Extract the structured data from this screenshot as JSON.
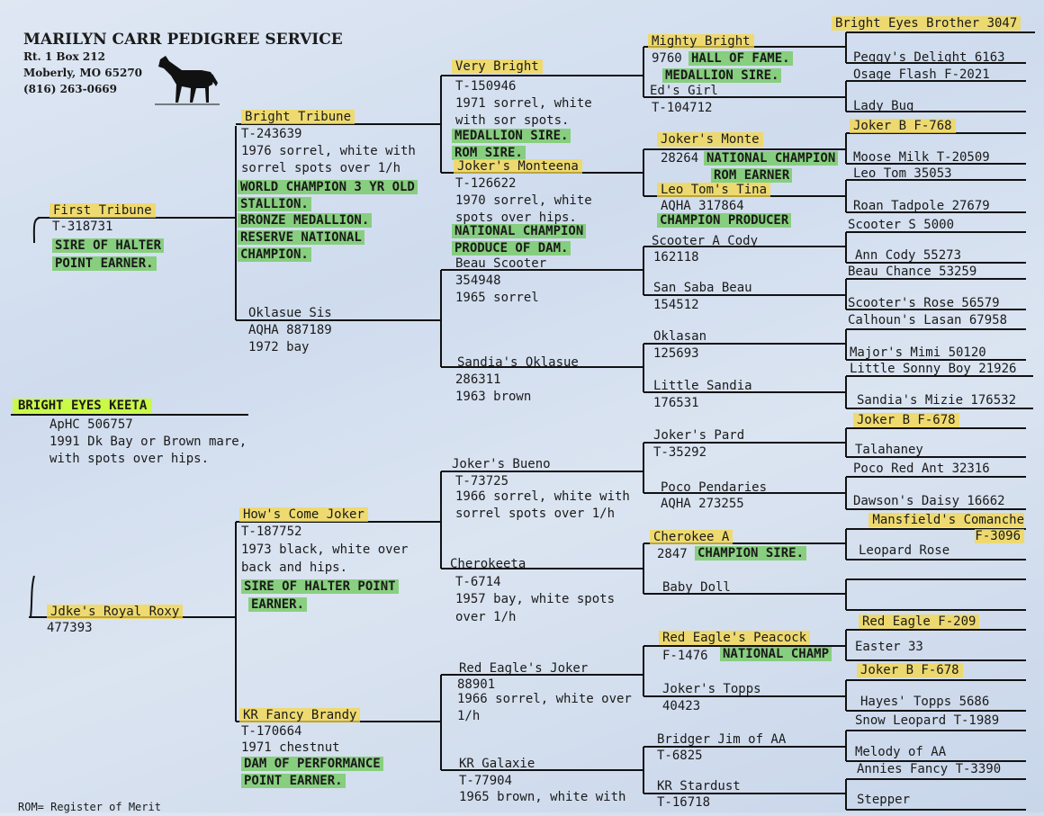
{
  "header": {
    "company": "MARILYN CARR PEDIGREE SERVICE",
    "address1": "Rt. 1 Box 212",
    "address2": "Moberly, MO 65270",
    "phone": "(816) 263-0669"
  },
  "subject": {
    "name": "BRIGHT EYES KEETA",
    "reg": "ApHC 506757",
    "desc1": "1991 Dk Bay or Brown mare,",
    "desc2": "with spots over hips."
  },
  "gen1": {
    "sire": {
      "name": "First Tribune",
      "reg": "T-318731",
      "awards": [
        "SIRE OF HALTER",
        "POINT EARNER."
      ]
    },
    "dam": {
      "name": "Jdke's Royal Roxy",
      "reg": "477393"
    }
  },
  "gen2": [
    {
      "name": "Bright Tribune",
      "lines": [
        "T-243639",
        "1976 sorrel, white with",
        "sorrel spots over 1/h"
      ],
      "awards": [
        "WORLD CHAMPION 3 YR OLD",
        "STALLION.",
        "BRONZE MEDALLION.",
        "RESERVE NATIONAL",
        "CHAMPION."
      ]
    },
    {
      "name": "Oklasue Sis",
      "lines": [
        "AQHA 887189",
        "1972 bay"
      ]
    },
    {
      "name": "How's Come Joker",
      "lines": [
        "T-187752",
        "1973 black, white over",
        "back and hips."
      ],
      "awards": [
        "SIRE OF HALTER POINT",
        "EARNER."
      ]
    },
    {
      "name": "KR Fancy Brandy",
      "lines": [
        "T-170664",
        "1971 chestnut"
      ],
      "awards": [
        "DAM OF PERFORMANCE",
        "POINT EARNER."
      ]
    }
  ],
  "gen3": [
    {
      "name": "Very Bright",
      "lines": [
        "T-150946",
        "1971 sorrel, white",
        "with sor spots."
      ],
      "awards": [
        "MEDALLION SIRE.",
        "ROM SIRE."
      ]
    },
    {
      "name": "Joker's Monteena",
      "lines": [
        "T-126622",
        "1970 sorrel, white",
        "spots over hips."
      ],
      "awards": [
        "NATIONAL CHAMPION",
        "PRODUCE OF DAM."
      ]
    },
    {
      "name": "Beau Scooter",
      "lines": [
        "354948",
        "1965 sorrel"
      ]
    },
    {
      "name": "Sandia's Oklasue",
      "lines": [
        "286311",
        "1963 brown"
      ]
    },
    {
      "name": "Joker's Bueno",
      "lines": [
        "T-73725",
        "1966 sorrel, white with",
        "sorrel spots over 1/h"
      ]
    },
    {
      "name": "Cherokeeta",
      "lines": [
        "T-6714",
        "1957 bay, white spots",
        "over 1/h"
      ]
    },
    {
      "name": "Red Eagle's Joker",
      "lines": [
        "88901",
        "1966 sorrel, white over",
        "1/h"
      ]
    },
    {
      "name": "KR Galaxie",
      "lines": [
        "T-77904",
        "1965 brown, white with"
      ]
    }
  ],
  "gen4": [
    {
      "name": "Mighty Bright",
      "lines": [
        "9760"
      ],
      "awards": [
        "HALL OF FAME.",
        "MEDALLION SIRE."
      ]
    },
    {
      "name": "Ed's Girl",
      "lines": [
        "T-104712"
      ]
    },
    {
      "name": "Joker's Monte",
      "lines": [
        "28264"
      ],
      "awards": [
        "NATIONAL CHAMPION",
        "ROM EARNER"
      ]
    },
    {
      "name": "Leo Tom's Tina",
      "lines": [
        "AQHA 317864"
      ],
      "awards": [
        "CHAMPION PRODUCER"
      ]
    },
    {
      "name": "Scooter A Cody",
      "lines": [
        "162118"
      ]
    },
    {
      "name": "San Saba Beau",
      "lines": [
        "154512"
      ]
    },
    {
      "name": "Oklasan",
      "lines": [
        "125693"
      ]
    },
    {
      "name": "Little Sandia",
      "lines": [
        "176531"
      ]
    },
    {
      "name": "Joker's Pard",
      "lines": [
        "T-35292"
      ]
    },
    {
      "name": "Poco Pendaries",
      "lines": [
        "AQHA 273255"
      ]
    },
    {
      "name": "Cherokee A",
      "lines": [
        "2847"
      ],
      "awards": [
        "CHAMPION SIRE."
      ]
    },
    {
      "name": "Baby Doll",
      "lines": []
    },
    {
      "name": "Red Eagle's Peacock",
      "lines": [
        "F-1476"
      ],
      "awards": [
        "NATIONAL CHAMP"
      ]
    },
    {
      "name": "Joker's Topps",
      "lines": [
        "40423"
      ]
    },
    {
      "name": "Bridger Jim of AA",
      "lines": [
        "T-6825"
      ]
    },
    {
      "name": "KR Stardust",
      "lines": [
        "T-16718"
      ]
    }
  ],
  "gen5": [
    "Bright Eyes Brother 3047",
    "Peggy's Delight 6163",
    "Osage Flash F-2021",
    "Lady Bug",
    "Joker B F-768",
    "Moose Milk T-20509",
    "Leo Tom 35053",
    "Roan Tadpole 27679",
    "Scooter S 5000",
    "Ann Cody 55273",
    "Beau Chance 53259",
    "Scooter's Rose 56579",
    "Calhoun's Lasan 67958",
    "Major's Mimi 50120",
    "Little Sonny Boy 21926",
    "Sandia's Mizie 176532",
    "Joker B F-678",
    "Talahaney",
    "Poco Red Ant 32316",
    "Dawson's Daisy 16662",
    "Mansfield's Comanche F-3096",
    "Leopard Rose",
    "",
    "",
    "Red Eagle F-209",
    "Easter 33",
    "Joker B F-678",
    "Hayes' Topps 5686",
    "Snow Leopard T-1989",
    "Melody of AA",
    "Annies Fancy T-3390",
    "Stepper"
  ],
  "footer": {
    "note": "ROM= Register of Merit"
  }
}
